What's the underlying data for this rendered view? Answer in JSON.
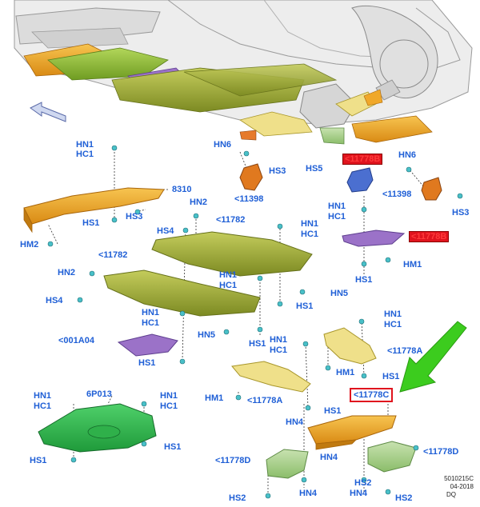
{
  "labels": {
    "hn1_a": "HN1",
    "hc1_a": "HC1",
    "hn6_a": "HN6",
    "hs3_a": "HS3",
    "c11398_a": "<11398",
    "hs5": "HS5",
    "c11778b_top": "<11778B",
    "hn6_b": "HN6",
    "c11398_b": "<11398",
    "hs3_b": "HS3",
    "c8310": "8310",
    "hs1_a": "HS1",
    "hs3_c": "HS3",
    "hm2": "HM2",
    "hn2_a": "HN2",
    "c11782_a": "<11782",
    "hs4_a": "HS4",
    "hn1_b": "HN1",
    "hc1_b": "HC1",
    "hn1_c": "HN1",
    "hc1_c": "HC1",
    "c11778b_mid": "<11778B",
    "hm1_a": "HM1",
    "hs1_b": "HS1",
    "c11782_b": "<11782",
    "hn2_b": "HN2",
    "hs4_b": "HS4",
    "hn1_d": "HN1",
    "hc1_d": "HC1",
    "hn5_a": "HN5",
    "hs1_c": "HS1",
    "hn1_e": "HN1",
    "hc1_e": "HC1",
    "c001a04": "<001A04",
    "hn5_b": "HN5",
    "hs1_d": "HS1",
    "hs1_e": "HS1",
    "hn1_f": "HN1",
    "hc1_f": "HC1",
    "hn1_g": "HN1",
    "hc1_g": "HC1",
    "c11778a_a": "<11778A",
    "hm1_b": "HM1",
    "hs1_f": "HS1",
    "c11778c": "<11778C",
    "hn1_h": "HN1",
    "hc1_h": "HC1",
    "c6p013": "6P013",
    "hn1_i": "HN1",
    "hc1_i": "HC1",
    "hm1_c": "HM1",
    "c11778a_b": "<11778A",
    "hs1_g": "HS1",
    "hn4_a": "HN4",
    "hs1_h": "HS1",
    "hs1_i": "HS1",
    "c11778d_a": "<11778D",
    "hn4_b": "HN4",
    "c11778d_b": "<11778D",
    "hs2_a": "HS2",
    "hn4_c": "HN4",
    "hs2_b": "HS2",
    "hn4_d": "HN4",
    "hs2_c": "HS2"
  },
  "info_block": {
    "code": "5010215C",
    "date": "04-2018",
    "initials": "DQ"
  },
  "colors": {
    "label": "#1f5fd6",
    "highlight_red": "#e0141e",
    "arrow_green": "#3ccc1e",
    "panel_green": "#8fc23a",
    "panel_olive": "#9aa83a",
    "panel_orange": "#f0a82a",
    "panel_purple": "#9b72c8",
    "panel_blue": "#4b6fd0",
    "panel_lightgreen": "#a9cf8a",
    "panel_yellow": "#efe08a",
    "body_grey": "#e6e6e6"
  }
}
